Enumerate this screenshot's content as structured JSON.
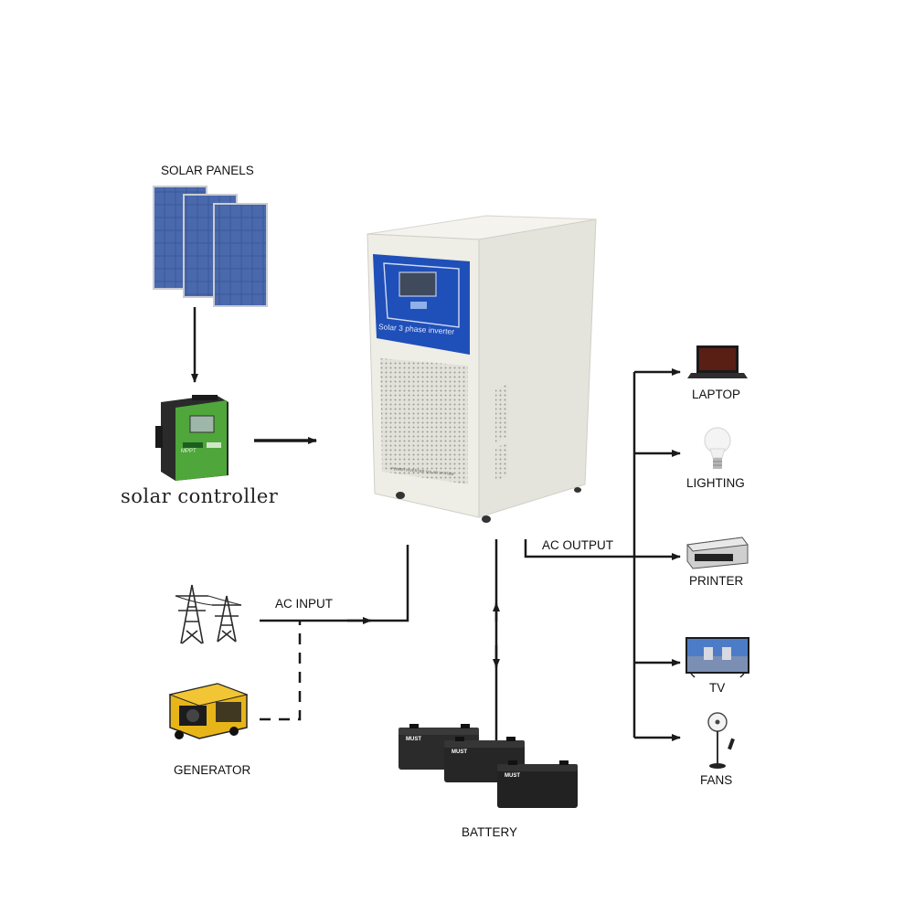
{
  "title": "",
  "labels": {
    "solar_panels": "SOLAR PANELS",
    "solar_controller": "solar controller",
    "ac_input": "AC INPUT",
    "generator": "GENERATOR",
    "battery": "BATTERY",
    "ac_output": "AC OUTPUT",
    "laptop": "LAPTOP",
    "lighting": "LIGHTING",
    "printer": "PRINTER",
    "tv": "TV",
    "fans": "FANS"
  },
  "inverter": {
    "panel_text": "Solar 3 phase inverter",
    "footer_text": "POWER INVERTER SOLAR SYSTEM"
  },
  "controller": {
    "badge_text": "MPPT"
  },
  "battery_brand": "MUST",
  "colors": {
    "line": "#1a1a1a",
    "inverter_body": "#ecebe4",
    "inverter_panel": "#1f4fb8",
    "controller_green": "#4fa63a",
    "panel_blue": "#3d5a9c"
  }
}
